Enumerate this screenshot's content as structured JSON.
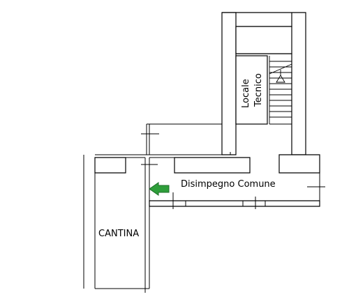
{
  "labels": {
    "cantina": "CANTINA",
    "disimpegno": "Disimpegno Comune",
    "locale_tecnico_line1": "Locale",
    "locale_tecnico_line2": "Tecnico"
  },
  "colors": {
    "wall": "#000000",
    "background": "#ffffff",
    "arrow": "#2e9e3a"
  },
  "icons": {
    "entrance_arrow": "green-arrow-left-icon"
  }
}
